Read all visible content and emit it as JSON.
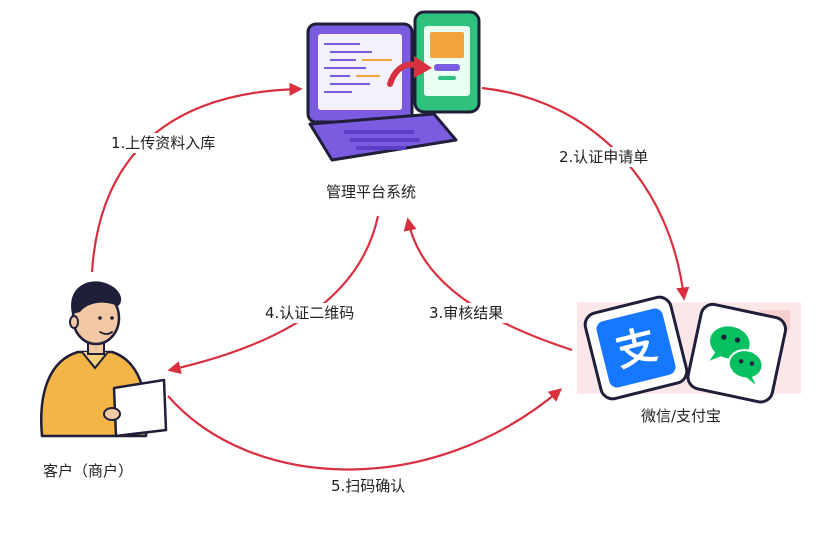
{
  "nodes": {
    "management_platform": {
      "label": "管理平台系统"
    },
    "customer": {
      "label": "客户（商户）"
    },
    "payment_platforms": {
      "label": "微信/支付宝",
      "alipay_glyph": "支"
    }
  },
  "steps": [
    {
      "label": "1.上传资料入库"
    },
    {
      "label": "2.认证申请单"
    },
    {
      "label": "3.审核结果"
    },
    {
      "label": "4.认证二维码"
    },
    {
      "label": "5.扫码确认"
    }
  ],
  "colors": {
    "arrow": "#d8303f",
    "laptop": "#7b5ce0",
    "phone": "#2ec27e",
    "alipay": "#1677ff",
    "wechat": "#07c160",
    "shirt": "#f3b545"
  },
  "icons": {
    "management_platform": "laptop-with-phone-icon",
    "customer": "person-with-laptop-icon",
    "alipay": "alipay-icon",
    "wechat": "wechat-icon"
  }
}
